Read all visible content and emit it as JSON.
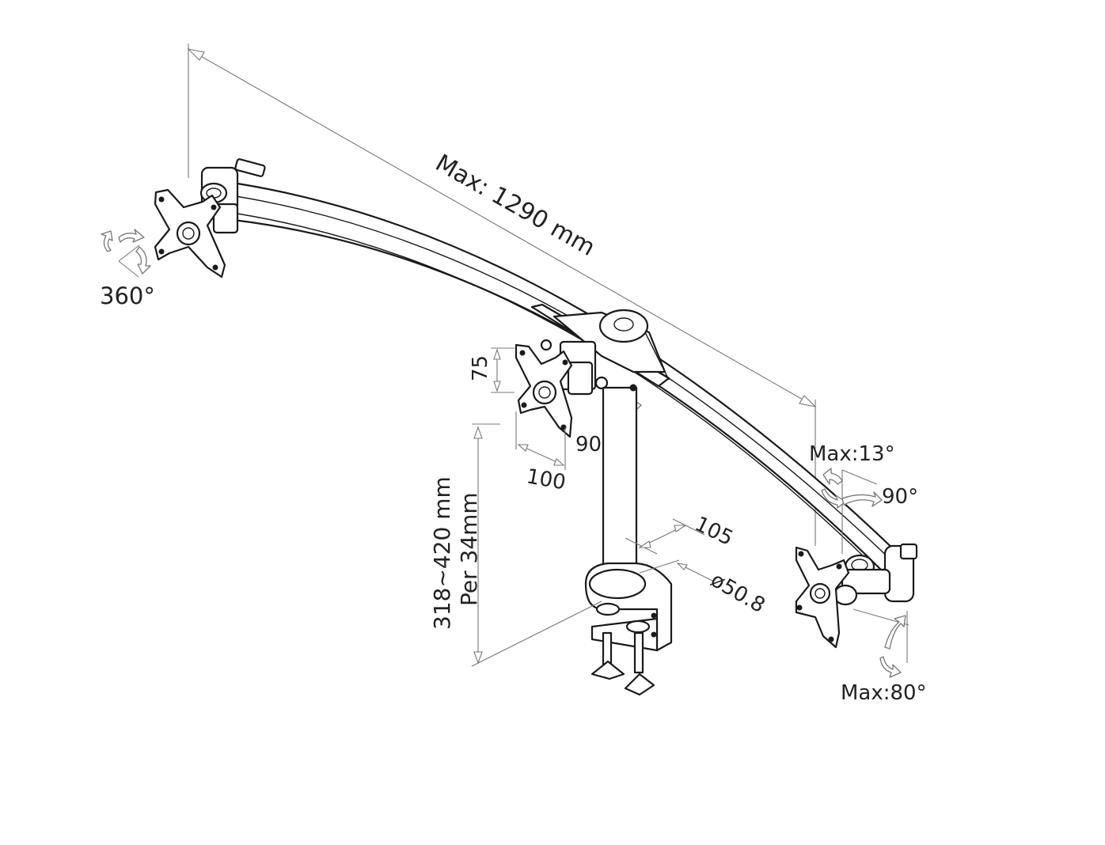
{
  "diagram": {
    "labels": {
      "max_width": "Max: 1290 mm",
      "rotation_360": "360°",
      "vesa_height": "75",
      "vesa_width": "100",
      "swivel_90_center": "90°",
      "height_range": "318~420 mm",
      "height_step": "Per 34mm",
      "clamp_depth": "105",
      "pole_diameter": "ø50.8",
      "tilt_max_13": "Max:13°",
      "swivel_90_right": "90°",
      "tilt_max_80": "Max:80°"
    },
    "colors": {
      "line": "#1a1a1a",
      "dimension": "#777777",
      "background": "#ffffff"
    }
  }
}
